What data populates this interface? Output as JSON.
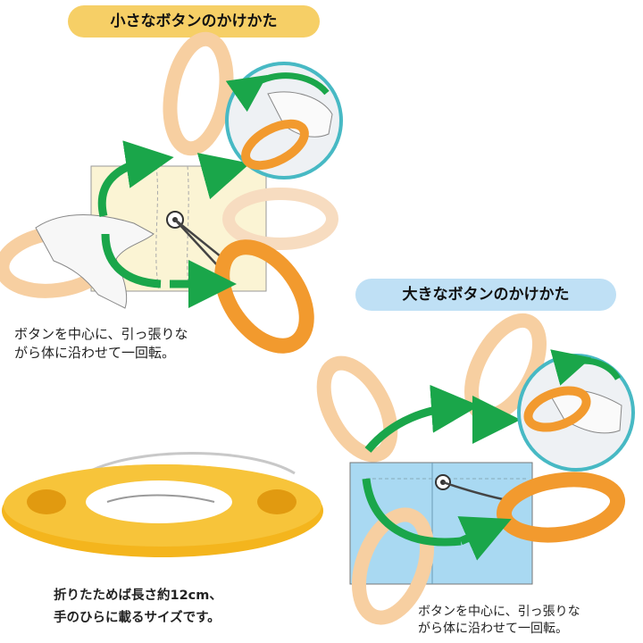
{
  "sections": {
    "small": {
      "title": "小さなボタンのかけかた",
      "caption_line1": "ボタンを中心に、引っ張りな",
      "caption_line2": "がら体に沿わせて一回転。"
    },
    "large": {
      "title": "大きなボタンのかけかた",
      "caption_line1": "ボタンを中心に、引っ張りな",
      "caption_line2": "がら体に沿わせて一回転。"
    }
  },
  "product": {
    "caption_line1": "折りたためば長さ約12cm、",
    "caption_line2": "手のひらに載るサイズです。"
  },
  "colors": {
    "ring_orange": "#f29a2e",
    "ring_faded": "#f7cfa1",
    "arrow_green": "#1aa64a",
    "fabric_yellow": "#fbf4d4",
    "fabric_blue": "#a9d9f2",
    "product_yellow": "#f4b51d",
    "inset_border": "#47b9c4"
  }
}
